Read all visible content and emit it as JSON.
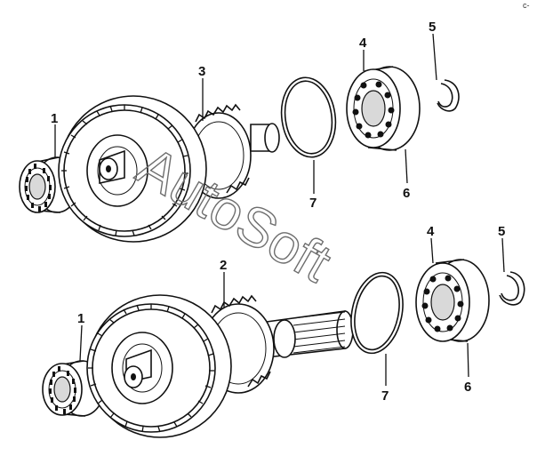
{
  "diagram": {
    "corner_mark": "c-",
    "watermark": "AutoSoft",
    "labels": {
      "upper_1": "1",
      "upper_3": "3",
      "upper_4": "4",
      "upper_5": "5",
      "upper_6": "6",
      "upper_7": "7",
      "lower_1": "1",
      "lower_2": "2",
      "lower_4": "4",
      "lower_5": "5",
      "lower_6": "6",
      "lower_7": "7"
    }
  }
}
